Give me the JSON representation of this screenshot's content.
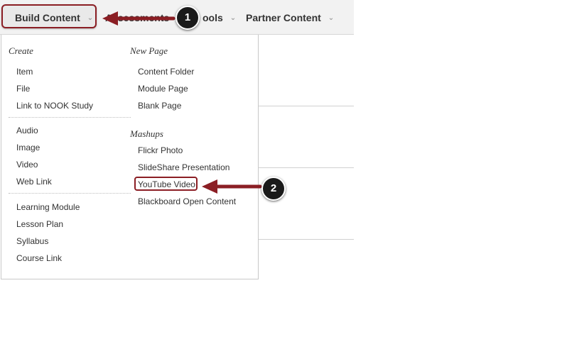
{
  "toolbar": {
    "build_content": "Build Content",
    "assessments": "Assessments",
    "tools": "Tools",
    "partner_content": "Partner Content"
  },
  "dropdown": {
    "create_heading": "Create",
    "create_group1": [
      "Item",
      "File",
      "Link to NOOK Study"
    ],
    "create_group2": [
      "Audio",
      "Image",
      "Video",
      "Web Link"
    ],
    "create_group3": [
      "Learning Module",
      "Lesson Plan",
      "Syllabus",
      "Course Link"
    ],
    "newpage_heading": "New Page",
    "newpage_items": [
      "Content Folder",
      "Module Page",
      "Blank Page"
    ],
    "mashups_heading": "Mashups",
    "mashups_items": [
      "Flickr Photo",
      "SlideShare Presentation",
      "YouTube Video",
      "Blackboard Open Content"
    ]
  },
  "callouts": {
    "step1": "1",
    "step2": "2"
  },
  "colors": {
    "callout_red": "#8b1e24",
    "badge": "#1a1a1a",
    "toolbar_bg": "#f2f2f2"
  },
  "icons": {
    "chevron": "chevron-down-icon",
    "arrow": "arrow-left-icon"
  }
}
